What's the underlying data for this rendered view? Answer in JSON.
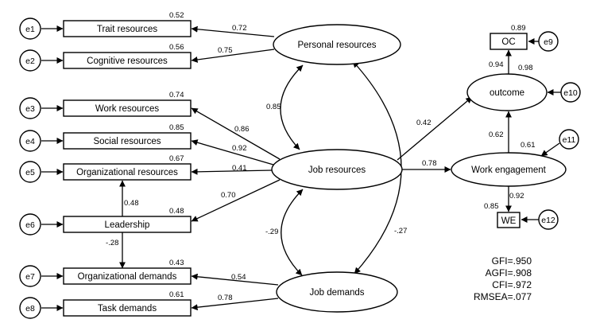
{
  "nodes": {
    "trait": "Trait resources",
    "cognitive": "Cognitive resources",
    "work": "Work resources",
    "social": "Social resources",
    "organizational": "Organizational resources",
    "leadership": "Leadership",
    "org_demands": "Organizational demands",
    "task_demands": "Task demands",
    "personal": "Personal resources",
    "job_resources": "Job resources",
    "job_demands": "Job demands",
    "outcome": "outcome",
    "work_engagement": "Work engagement",
    "oc": "OC",
    "we": "WE"
  },
  "errors": {
    "e1": "e1",
    "e2": "e2",
    "e3": "e3",
    "e4": "e4",
    "e5": "e5",
    "e6": "e6",
    "e7": "e7",
    "e8": "e8",
    "e9": "e9",
    "e10": "e10",
    "e11": "e11",
    "e12": "e12"
  },
  "r2": {
    "trait": "0.52",
    "cognitive": "0.56",
    "work": "0.74",
    "social": "0.85",
    "organizational": "0.67",
    "leadership": "0.48",
    "org_demands": "0.43",
    "task_demands": "0.61",
    "oc": "0.89",
    "outcome": "0.98",
    "work_engagement": "0.61",
    "we": "0.85"
  },
  "paths": {
    "personal_trait": "0.72",
    "personal_cognitive": "0.75",
    "personal_job_resources": "0.85",
    "job_resources_work": "0.86",
    "job_resources_social": "0.92",
    "job_resources_organizational": "0.41",
    "job_resources_leadership": "0.70",
    "leadership_organizational": "0.48",
    "leadership_org_demands": "-.28",
    "job_resources_job_demands": "-.29",
    "personal_job_demands": "-.27",
    "job_demands_org_demands": "0.54",
    "job_demands_task_demands": "0.78",
    "job_resources_outcome": "0.42",
    "job_resources_work_engagement": "0.78",
    "work_engagement_outcome": "0.62",
    "outcome_oc": "0.94",
    "work_engagement_we": "0.92"
  },
  "fit": {
    "gfi": "GFI=.950",
    "agfi": "AGFI=.908",
    "cfi": "CFI=.972",
    "rmsea": "RMSEA=.077"
  }
}
